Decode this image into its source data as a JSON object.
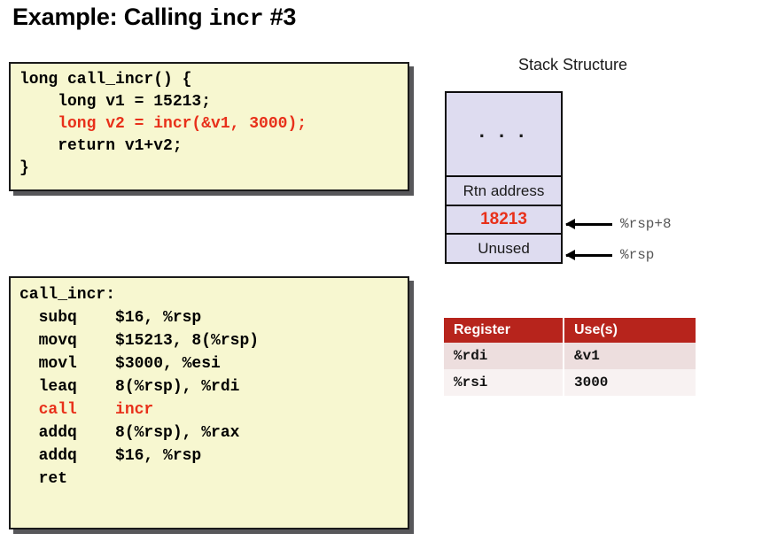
{
  "slide": {
    "title_prefix": "Example: Calling ",
    "title_mono": "incr",
    "title_suffix": " #3"
  },
  "c_code": {
    "name": "call_incr-c-source",
    "lines": [
      {
        "text": "long call_incr() {",
        "color": "black"
      },
      {
        "text": "    long v1 = 15213;",
        "color": "black"
      },
      {
        "text": "    long v2 = incr(&v1, 3000);",
        "color": "red"
      },
      {
        "text": "    return v1+v2;",
        "color": "black"
      },
      {
        "text": "}",
        "color": "black"
      }
    ],
    "line1": "long call_incr() {",
    "line2": "    long v1 = 15213;",
    "line3": "    long v2 = incr(&v1, 3000);",
    "line4": "    return v1+v2;",
    "line5": "}"
  },
  "asm_code": {
    "name": "call_incr-assembly",
    "label": "call_incr:",
    "line1": "  subq    $16, %rsp",
    "line2": "  movq    $15213, 8(%rsp)",
    "line3": "  movl    $3000, %esi",
    "line4": "  leaq    8(%rsp), %rdi",
    "line5_call": "  call    incr",
    "line6": "  addq    8(%rsp), %rax",
    "line7": "  addq    $16, %rsp",
    "line8": "  ret"
  },
  "stack": {
    "title": "Stack Structure",
    "cells": [
      {
        "label": ". . .",
        "color": "#1a1a1a"
      },
      {
        "label": "Rtn address",
        "color": "#1a1a1a"
      },
      {
        "label": "18213",
        "color": "#e8301a"
      },
      {
        "label": "Unused",
        "color": "#1a1a1a"
      }
    ],
    "cell_ellipsis": ". . .",
    "cell_rtn": "Rtn address",
    "cell_value": "18213",
    "cell_unused": "Unused",
    "pointer_rsp8": "%rsp+8",
    "pointer_rsp": "%rsp"
  },
  "register_table": {
    "headers": [
      "Register",
      "Use(s)"
    ],
    "header_register": "Register",
    "header_uses": "Use(s)",
    "rows": [
      {
        "register": "%rdi",
        "use": "&v1"
      },
      {
        "register": "%rsi",
        "use": "3000"
      }
    ],
    "row0_register": "%rdi",
    "row0_use": "&v1",
    "row1_register": "%rsi",
    "row1_use": "3000"
  },
  "colors": {
    "accent_red": "#e8301a",
    "table_header_red": "#b7241c",
    "code_box_yellow": "#f7f7d0",
    "stack_cell_lavender": "#dedcf0",
    "shadow_gray": "#57575a"
  }
}
